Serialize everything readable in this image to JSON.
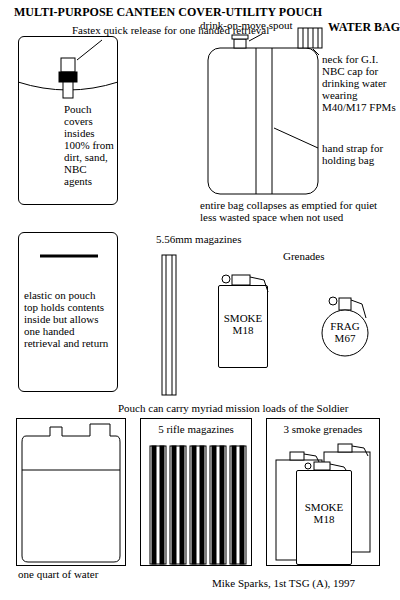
{
  "diagram": {
    "title": "MULTI-PURPOSE CANTEEN COVER-UTILITY POUCH",
    "nodes": [
      {
        "text": [
          "Pouch covers insides 100% from dirt, sand, NBC agents"
        ]
      },
      {
        "text": [
          "elastic on pouch top holds contents inside but allows one handed retrieval and return"
        ]
      },
      {
        "text": [
          "SMOKE M18"
        ]
      },
      {
        "text": [
          "FRAG M67"
        ]
      },
      {
        "text": [
          "one quart of water"
        ]
      },
      {
        "text": [
          "5 rifle magazines"
        ]
      },
      {
        "text": [
          "3 smoke grenades"
        ]
      },
      {
        "text": [
          "SMOKE M18"
        ],
        "in": 6
      }
    ],
    "labels": [
      "Fastex quick release for one handed retrieval",
      "drink-on-move spout",
      "WATER BAG",
      "neck for G.I. NBC cap for drinking water wearing M40/M17 FPMs",
      "hand strap for holding bag",
      "entire bag collapses as emptied for quiet less wasted space when not used",
      "5.56mm magazines",
      "Grenades",
      "Pouch can carry myriad mission loads of the Soldier",
      "Mike Sparks, 1st TSG (A), 1997"
    ]
  }
}
